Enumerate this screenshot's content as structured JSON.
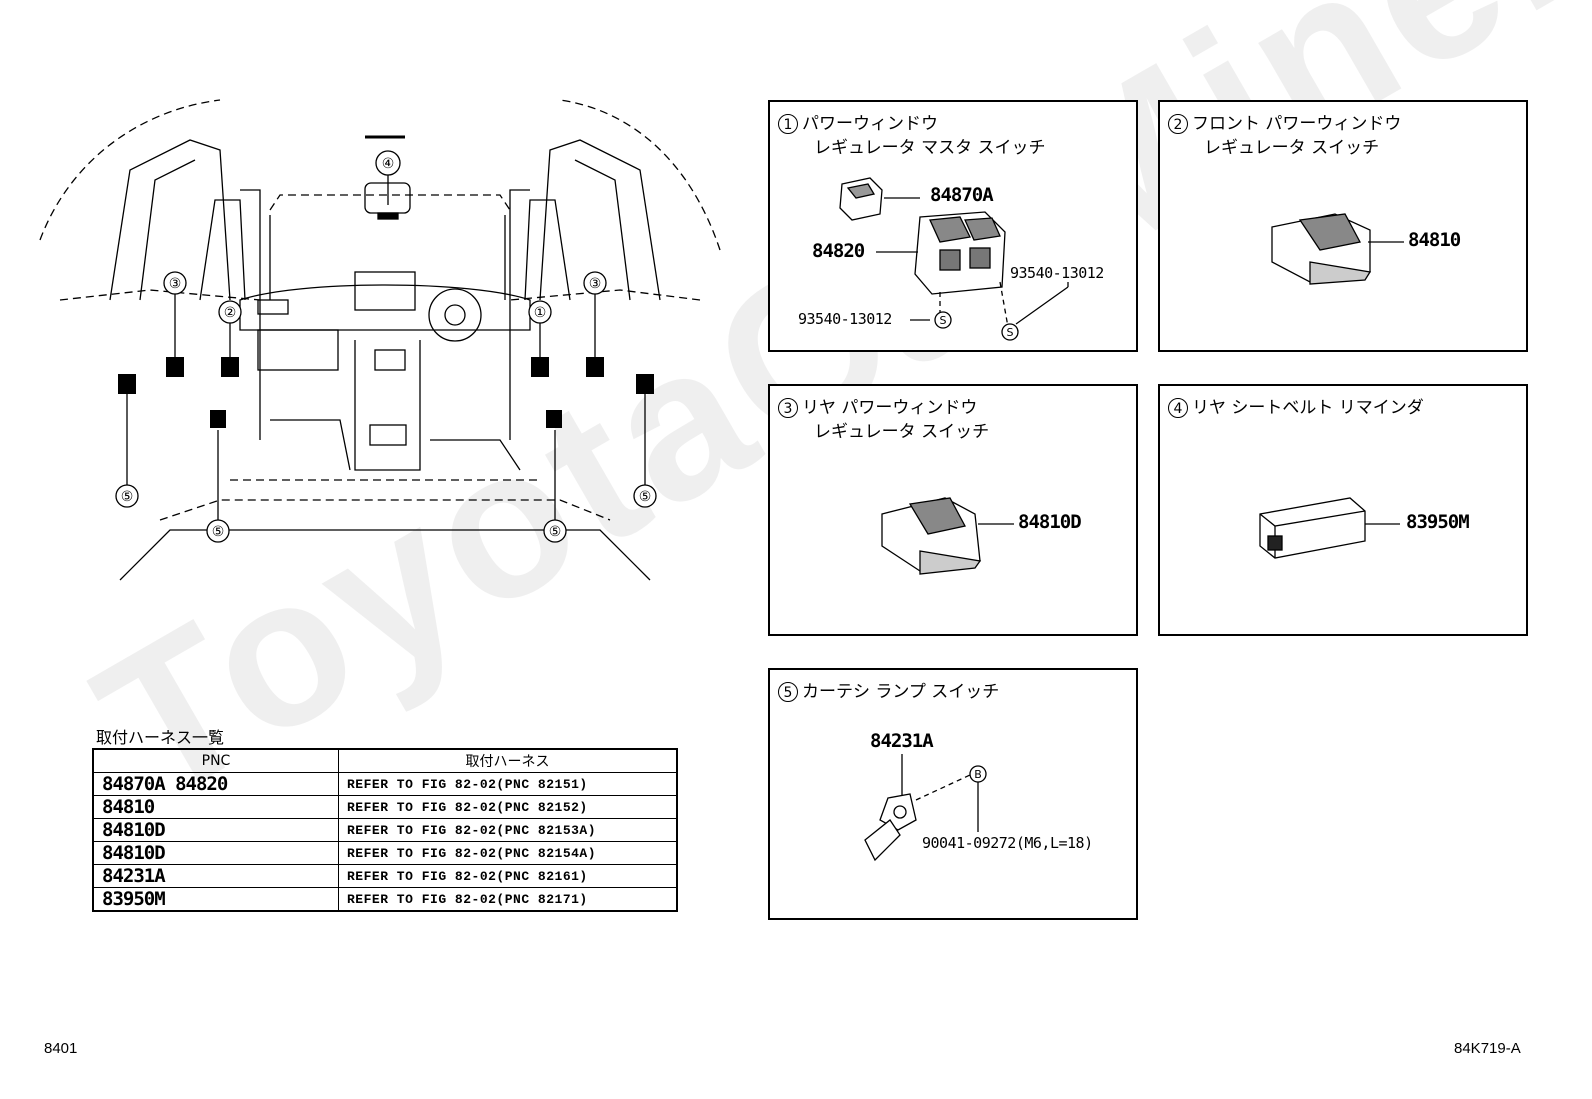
{
  "watermark": "ToyotaCarMine.ru",
  "overview": {
    "callouts": [
      "①",
      "②",
      "③",
      "③",
      "④",
      "⑤",
      "⑤",
      "⑤",
      "⑤"
    ]
  },
  "panels": [
    {
      "id": "1",
      "number": "1",
      "title_line1": "パワーウィンドウ",
      "title_line2": "レギュレータ マスタ スイッチ",
      "parts": [
        "84870A",
        "84820",
        "93540-13012",
        "93540-13012"
      ]
    },
    {
      "id": "2",
      "number": "2",
      "title_line1": "フロント パワーウィンドウ",
      "title_line2": "レギュレータ スイッチ",
      "parts": [
        "84810"
      ]
    },
    {
      "id": "3",
      "number": "3",
      "title_line1": "リヤ パワーウィンドウ",
      "title_line2": "レギュレータ スイッチ",
      "parts": [
        "84810D"
      ]
    },
    {
      "id": "4",
      "number": "4",
      "title_line1": "リヤ シートベルト リマインダ",
      "title_line2": "",
      "parts": [
        "83950M"
      ]
    },
    {
      "id": "5",
      "number": "5",
      "title_line1": "カーテシ ランプ スイッチ",
      "title_line2": "",
      "parts": [
        "84231A",
        "90041-09272(M6,L=18)"
      ]
    }
  ],
  "symbols": {
    "screw": "S",
    "bolt": "B"
  },
  "harness_table": {
    "title": "取付ハーネス一覧",
    "headers": [
      "PNC",
      "取付ハーネス"
    ],
    "rows": [
      {
        "pnc": "84870A 84820",
        "harness": "REFER TO FIG 82-02(PNC 82151)"
      },
      {
        "pnc": "84810",
        "harness": "REFER TO FIG 82-02(PNC 82152)"
      },
      {
        "pnc": "84810D",
        "harness": "REFER TO FIG 82-02(PNC 82153A)"
      },
      {
        "pnc": "84810D",
        "harness": "REFER TO FIG 82-02(PNC 82154A)"
      },
      {
        "pnc": "84231A",
        "harness": "REFER TO FIG 82-02(PNC 82161)"
      },
      {
        "pnc": "83950M",
        "harness": "REFER TO FIG 82-02(PNC 82171)"
      }
    ]
  },
  "footer": {
    "left": "8401",
    "right": "84K719-A"
  }
}
